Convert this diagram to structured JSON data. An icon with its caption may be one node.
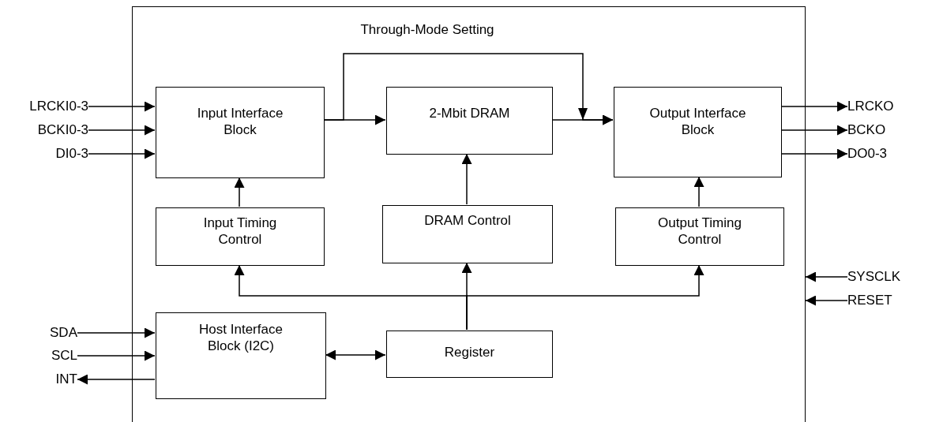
{
  "diagram": {
    "nodes": [
      {
        "text": [],
        "shape": "box"
      },
      {
        "text": [
          "LRCKI0-3"
        ]
      },
      {
        "text": [
          "BCKI0-3"
        ]
      },
      {
        "text": [
          "DI0-3"
        ]
      },
      {
        "text": [
          "Input Interface Block"
        ],
        "in": 0
      },
      {
        "text": [
          "2-Mbit DRAM"
        ],
        "in": 0
      },
      {
        "text": [
          "Output Interface Block"
        ],
        "in": 0
      },
      {
        "text": [
          "LRCKO"
        ]
      },
      {
        "text": [
          "BCKO"
        ]
      },
      {
        "text": [
          "DO0-3"
        ]
      },
      {
        "text": [
          "Input Timing Control"
        ],
        "in": 0
      },
      {
        "text": [
          "DRAM Control"
        ],
        "in": 0
      },
      {
        "text": [
          "Output Timing Control"
        ],
        "in": 0
      },
      {
        "text": [
          "SYSCLK"
        ]
      },
      {
        "text": [
          "RESET"
        ]
      },
      {
        "text": [
          "SDA"
        ]
      },
      {
        "text": [
          "SCL"
        ]
      },
      {
        "text": [
          "INT"
        ]
      },
      {
        "text": [
          "Host Interface Block (I2C)"
        ],
        "in": 0
      },
      {
        "text": [
          "Register"
        ],
        "in": 0
      }
    ],
    "edges": [
      {
        "from": 1,
        "to": 4,
        "arrow": "to"
      },
      {
        "from": 2,
        "to": 4,
        "arrow": "to"
      },
      {
        "from": 3,
        "to": 4,
        "arrow": "to"
      },
      {
        "from": 4,
        "to": 5,
        "arrow": "to"
      },
      {
        "from": 4,
        "to": 6,
        "arrow": "to",
        "label": "Through-Mode Setting"
      },
      {
        "from": 5,
        "to": 6,
        "arrow": "to"
      },
      {
        "from": 6,
        "to": 7,
        "arrow": "to"
      },
      {
        "from": 6,
        "to": 8,
        "arrow": "to"
      },
      {
        "from": 6,
        "to": 9,
        "arrow": "to"
      },
      {
        "from": 10,
        "to": 4,
        "arrow": "to"
      },
      {
        "from": 11,
        "to": 5,
        "arrow": "to"
      },
      {
        "from": 12,
        "to": 6,
        "arrow": "to"
      },
      {
        "from": 19,
        "to": 10,
        "arrow": "to"
      },
      {
        "from": 19,
        "to": 11,
        "arrow": "to"
      },
      {
        "from": 19,
        "to": 12,
        "arrow": "to"
      },
      {
        "from": 13,
        "to": 0,
        "arrow": "to"
      },
      {
        "from": 14,
        "to": 0,
        "arrow": "to"
      },
      {
        "from": 15,
        "to": 18,
        "arrow": "to"
      },
      {
        "from": 16,
        "to": 18,
        "arrow": "to"
      },
      {
        "from": 18,
        "to": 17,
        "arrow": "to"
      },
      {
        "from": 18,
        "to": 19,
        "arrow": "both"
      }
    ]
  }
}
